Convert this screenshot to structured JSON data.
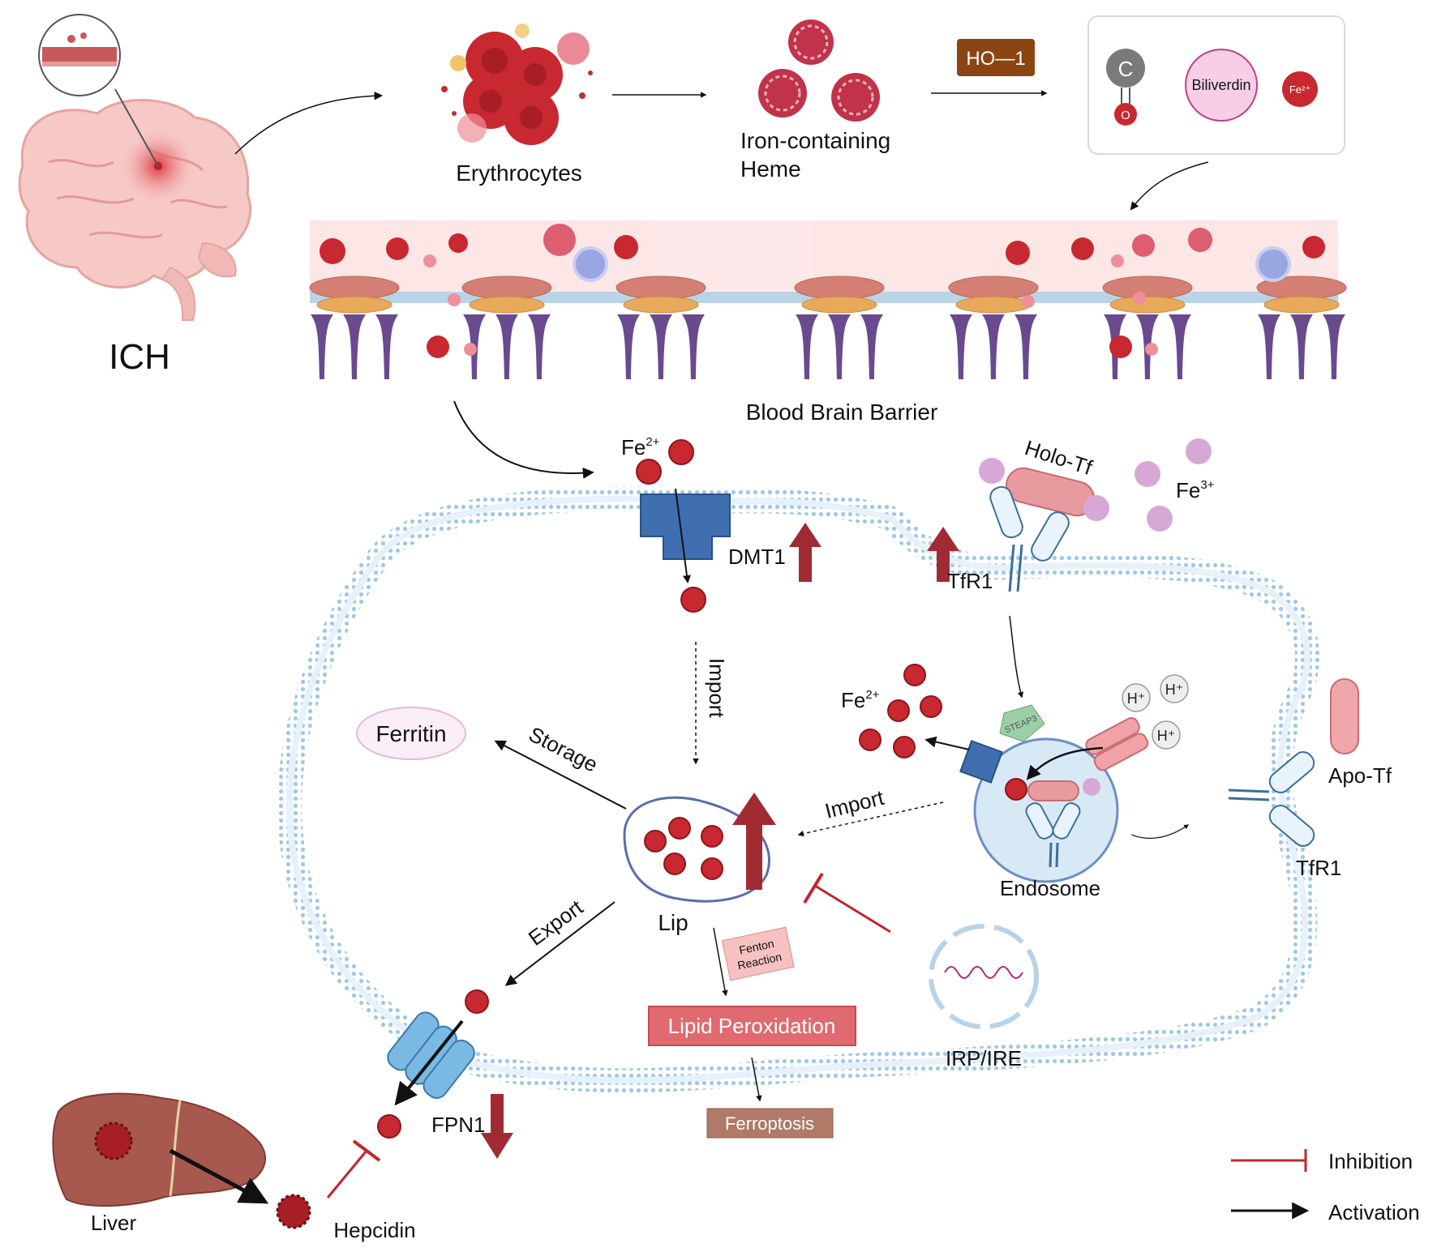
{
  "colors": {
    "membrane": "#a9cde9",
    "membrane_dot": "#8fbfe3",
    "iron_red": "#b3202b",
    "arrow_up_red": "#a12a33",
    "inhibition_red": "#c0272d",
    "dmt1_blue": "#3f6fb0",
    "fpn1_blue": "#79b9e4",
    "holo_tf_pink": "#e89a9f",
    "fe3_purple": "#d7a8d6",
    "lipid_box": "#e06a6f",
    "ferroptosis_box": "#b07a68",
    "ho1_box": "#8b4513",
    "bbb_background": "#fce6e6"
  },
  "top": {
    "ich_label": "ICH",
    "erythrocytes_label": "Erythrocytes",
    "heme_label_line1": "Iron-containing",
    "heme_label_line2": "Heme",
    "ho1_label": "HO—1",
    "products": {
      "carbon_label": "C",
      "oxygen_label": "O",
      "biliverdin_label": "Biliverdin",
      "fe2_label": "Fe²⁺"
    },
    "bbb_label": "Blood Brain Barrier"
  },
  "cell": {
    "fe2_top_label": "Fe",
    "fe2_top_sup": "2+",
    "dmt1_label": "DMT1",
    "holo_tf_label": "Holo-Tf",
    "fe3_label": "Fe",
    "fe3_sup": "3+",
    "tfr1_label": "TfR1",
    "import_vertical_label": "Import",
    "ferritin_label": "Ferritin",
    "storage_label": "Storage",
    "fe2_endosome_label": "Fe",
    "fe2_endosome_sup": "2+",
    "steap3_label": "STEAP3",
    "h_plus_label": "H⁺",
    "import_endosome_label": "Import",
    "endosome_label": "Endosome",
    "apo_tf_label": "Apo-Tf",
    "tfr1_right_label": "TfR1",
    "lip_label": "Lip",
    "export_label": "Export",
    "fenton_line1": "Fenton",
    "fenton_line2": "Reaction",
    "lipid_peroxidation_label": "Lipid Peroxidation",
    "ferroptosis_label": "Ferroptosis",
    "irp_ire_label": "IRP/IRE",
    "fpn1_label": "FPN1",
    "liver_label": "Liver",
    "hepcidin_label": "Hepcidin"
  },
  "legend": {
    "inhibition_label": "Inhibition",
    "activation_label": "Activation"
  }
}
